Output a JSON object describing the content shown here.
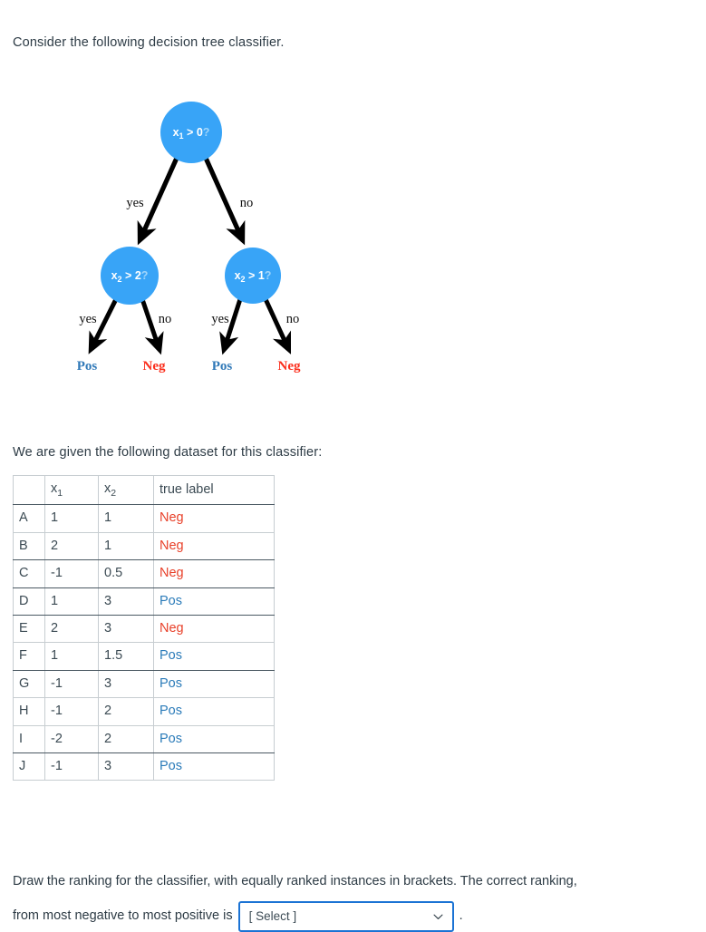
{
  "intro_text": "Consider the following decision tree classifier.",
  "dataset_text": "We are given the following dataset for this classifier:",
  "tree": {
    "root": {
      "feature": "x",
      "subscript": "1",
      "operator": ">",
      "threshold": "0",
      "question_mark": "?"
    },
    "left": {
      "feature": "x",
      "subscript": "2",
      "operator": ">",
      "threshold": "2",
      "question_mark": "?"
    },
    "right": {
      "feature": "x",
      "subscript": "2",
      "operator": ">",
      "threshold": "1",
      "question_mark": "?"
    },
    "edges": {
      "root_yes": "yes",
      "root_no": "no",
      "left_yes": "yes",
      "left_no": "no",
      "right_yes": "yes",
      "right_no": "no"
    },
    "leaves": {
      "left_yes_label": "Pos",
      "left_no_label": "Neg",
      "right_yes_label": "Pos",
      "right_no_label": "Neg"
    },
    "colors": {
      "node_fill": "#38a4f7",
      "node_text": "#ffffff",
      "question_mark": "#9ed4fb",
      "pos": "#3079b8",
      "neg": "#fb2d1b",
      "edge": "#000000"
    }
  },
  "table": {
    "headers": [
      "",
      "x1",
      "x2",
      "true label"
    ],
    "header_display": [
      {
        "base": "",
        "sub": ""
      },
      {
        "base": "x",
        "sub": "1"
      },
      {
        "base": "x",
        "sub": "2"
      },
      {
        "base": "true label",
        "sub": ""
      }
    ],
    "rows": [
      {
        "id": "A",
        "x1": "1",
        "x2": "1",
        "label": "Neg",
        "label_type": "neg"
      },
      {
        "id": "B",
        "x1": "2",
        "x2": "1",
        "label": "Neg",
        "label_type": "neg"
      },
      {
        "id": "C",
        "x1": "-1",
        "x2": "0.5",
        "label": "Neg",
        "label_type": "neg"
      },
      {
        "id": "D",
        "x1": "1",
        "x2": "3",
        "label": "Pos",
        "label_type": "pos"
      },
      {
        "id": "E",
        "x1": "2",
        "x2": "3",
        "label": "Neg",
        "label_type": "neg"
      },
      {
        "id": "F",
        "x1": "1",
        "x2": "1.5",
        "label": "Pos",
        "label_type": "pos"
      },
      {
        "id": "G",
        "x1": "-1",
        "x2": "3",
        "label": "Pos",
        "label_type": "pos"
      },
      {
        "id": "H",
        "x1": "-1",
        "x2": "2",
        "label": "Pos",
        "label_type": "pos"
      },
      {
        "id": "I",
        "x1": "-2",
        "x2": "2",
        "label": "Pos",
        "label_type": "pos"
      },
      {
        "id": "J",
        "x1": "-1",
        "x2": "3",
        "label": "Pos",
        "label_type": "pos"
      }
    ],
    "colors": {
      "pos": "#2b7bb9",
      "neg": "#e8412a",
      "border": "#c7cdd1",
      "border_strong": "#4a5862"
    }
  },
  "question": {
    "line1": "Draw the ranking for the classifier, with equally ranked instances in brackets. The correct ranking,",
    "line2_prefix": "from most negative to most positive is",
    "select_value": "[ Select ]",
    "trailing_period": ".",
    "select_border_color": "#1b73d4",
    "caret_icon": "chevron-down-icon"
  }
}
